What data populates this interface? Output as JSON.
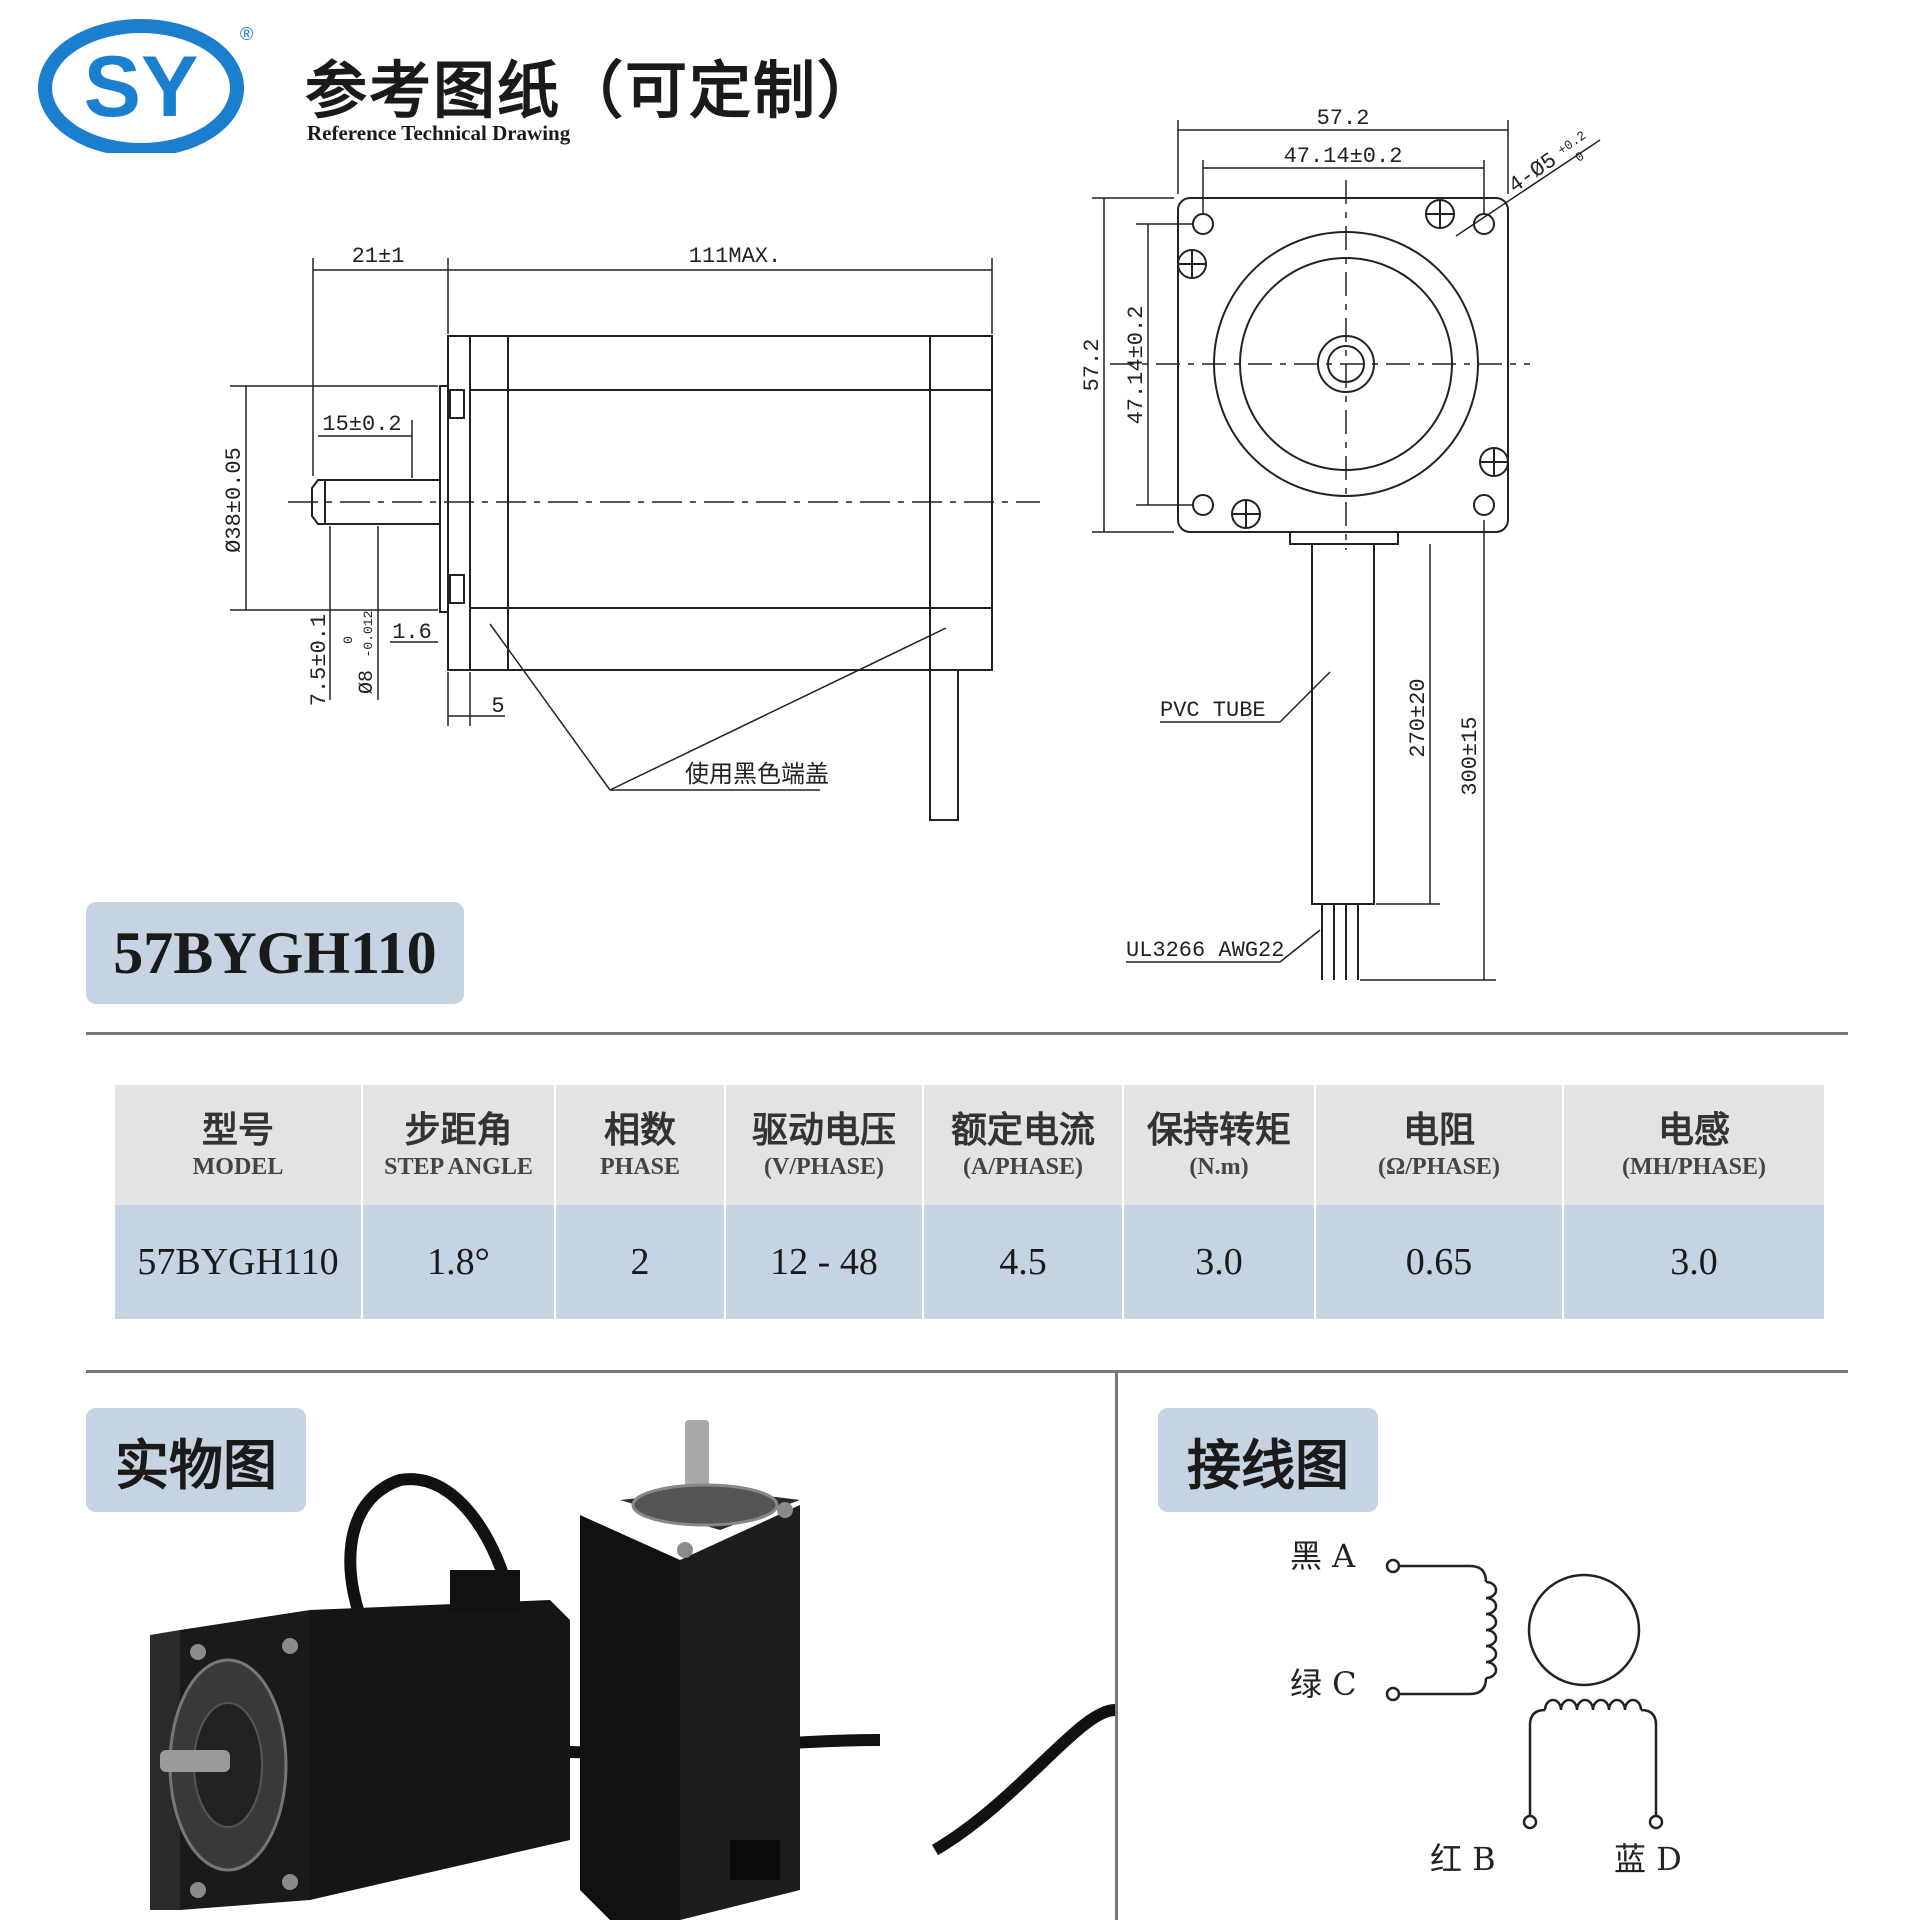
{
  "logo": {
    "text": "SY",
    "registered": "®",
    "color": "#1b7fd0"
  },
  "header": {
    "title_zh": "参考图纸（可定制）",
    "title_en": "Reference Technical Drawing"
  },
  "drawing": {
    "dims": {
      "flange_len": "21±1",
      "body_len": "111MAX.",
      "shaft_len": "15±0.2",
      "pilot_dia": "Ø38±0.05",
      "flat": "7.5±0.1",
      "shaft_dia": "Ø8",
      "shaft_tol_upper": "0",
      "shaft_tol_lower": "-0.012",
      "boss": "1.6",
      "flange_thk": "5",
      "endcap_note": "使用黑色端盖",
      "width": "57.2",
      "hole_pitch": "47.14±0.2",
      "holes": "4-Ø5",
      "holes_tol_upper": "+0.2",
      "holes_tol_lower": "0",
      "height": "57.2",
      "hole_pitch_v": "47.14±0.2",
      "pvc": "PVC TUBE",
      "lead_a": "270±20",
      "lead_b": "300±15",
      "wire": "UL3266 AWG22"
    }
  },
  "model_badge": "57BYGH110",
  "spec_table": {
    "headers": [
      {
        "zh": "型号",
        "en": "MODEL"
      },
      {
        "zh": "步距角",
        "en": "STEP ANGLE"
      },
      {
        "zh": "相数",
        "en": "PHASE"
      },
      {
        "zh": "驱动电压",
        "en": "(V/PHASE)"
      },
      {
        "zh": "额定电流",
        "en": "(A/PHASE)"
      },
      {
        "zh": "保持转矩",
        "en": "(N.m)"
      },
      {
        "zh": "电阻",
        "en": "(Ω/PHASE)"
      },
      {
        "zh": "电感",
        "en": "(MH/PHASE)"
      }
    ],
    "row": [
      "57BYGH110",
      "1.8°",
      "2",
      "12 - 48",
      "4.5",
      "3.0",
      "0.65",
      "3.0"
    ]
  },
  "photo_section": {
    "title": "实物图"
  },
  "wiring_section": {
    "title": "接线图",
    "labels": {
      "a": "黑  A",
      "c": "绿  C",
      "b": "红  B",
      "d": "蓝  D"
    }
  }
}
